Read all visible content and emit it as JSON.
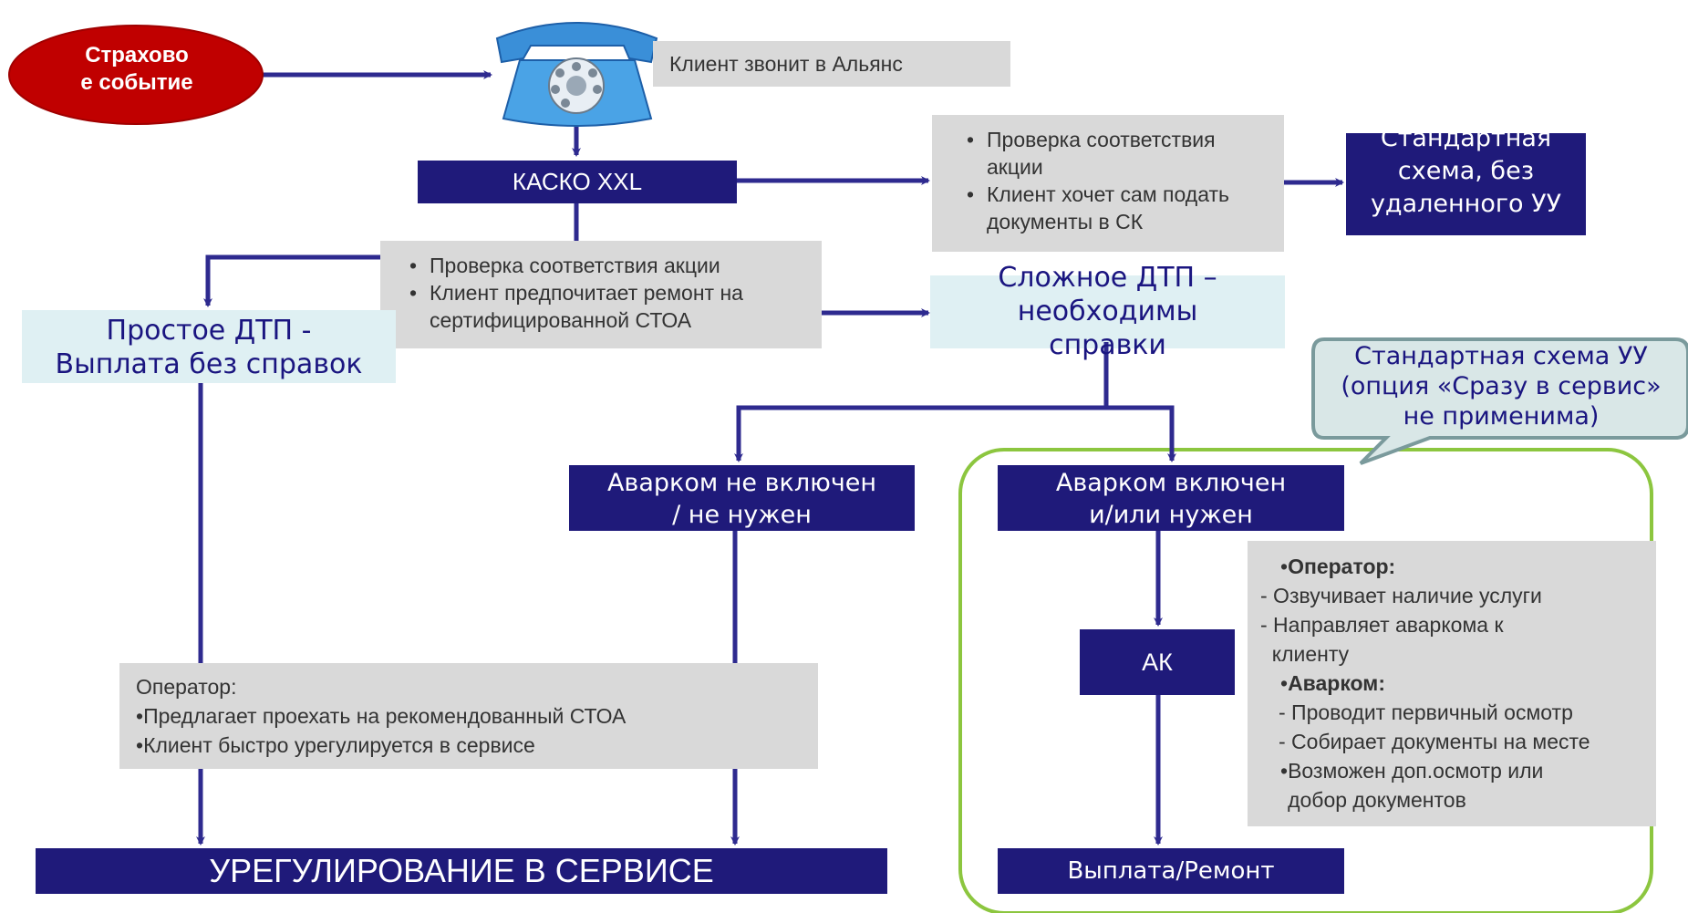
{
  "insured_event": "Страхово\nе событие",
  "client_calls": "Клиент звонит в Альянс",
  "kasko": "КАСКО XXL",
  "check_box_top": [
    "Проверка соответствия акции",
    "Клиент хочет сам подать документы в СК"
  ],
  "standard_scheme": "Стандартная схема, без удаленного УУ",
  "check_box_mid": [
    "Проверка соответствия акции",
    "Клиент предпочитает ремонт на сертифицированной СТОА"
  ],
  "simple_dtp": "Простое ДТП -\nВыплата без справок",
  "complex_dtp": "Сложное ДТП –\nнеобходимы\nсправки",
  "callout": "Стандартная схема УУ\n(опция «Сразу в сервис»\nне применима)",
  "avarkom_not_included": "Аварком не включен\n/ не нужен",
  "avarkom_included": "Аварком включен\nи/или нужен",
  "ak": "АК",
  "operator_box": {
    "heading": "Оператор:",
    "items": [
      "Предлагает проехать на рекомендованный СТОА",
      "Клиент быстро урегулируется в сервисе"
    ]
  },
  "right_box": {
    "operator_heading": "Оператор:",
    "operator_items": [
      "- Озвучивает наличие услуги",
      "- Направляет аваркома к\n  клиенту"
    ],
    "avarkom_heading": "Аварком:",
    "avarkom_items": [
      "- Проводит первичный осмотр",
      "- Собирает документы на месте"
    ],
    "extra_item": "Возможен доп.осмотр или\nдобор документов"
  },
  "settlement": "УРЕГУЛИРОВАНИЕ В СЕРВИСЕ",
  "payout": "Выплата/Ремонт",
  "colors": {
    "navy": "#1f1a7a",
    "arrow": "#2e2a8f",
    "red": "#c00000",
    "gray": "#d9d9d9",
    "cyan_box": "#dff0f3",
    "green_border": "#8cc63f",
    "callout_fill": "#d9e7e7",
    "callout_border": "#7a9a9c"
  },
  "icons": {
    "phone": "telephone-icon"
  }
}
